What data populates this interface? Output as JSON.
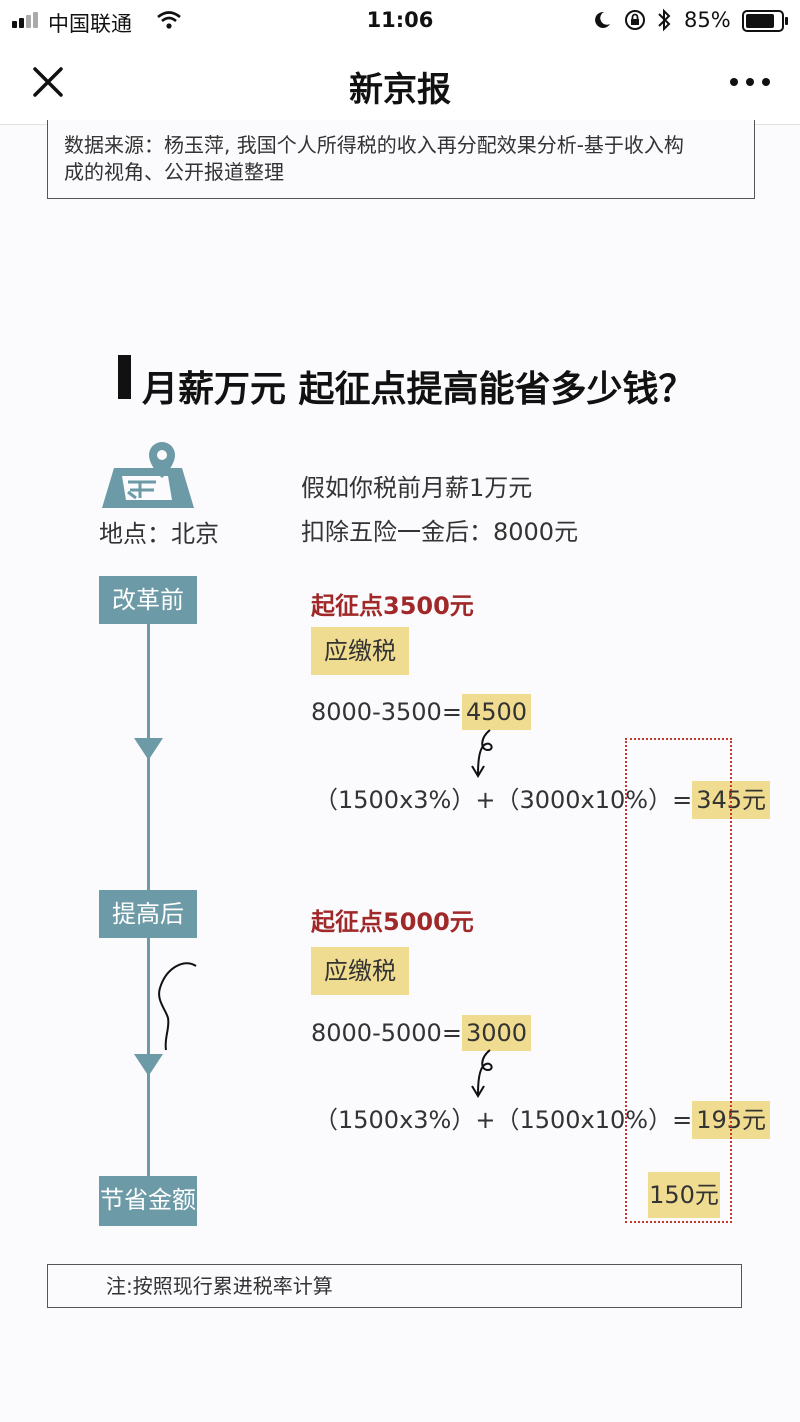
{
  "status_bar": {
    "carrier": "中国联通",
    "time": "11:06",
    "battery": "85%",
    "icons": [
      "signal-icon",
      "wifi-icon",
      "moon-icon",
      "orientation-lock-icon",
      "bluetooth-icon",
      "battery-icon"
    ]
  },
  "nav": {
    "title": "新京报",
    "close_icon": "close-icon",
    "more_icon": "more-icon"
  },
  "source_note": {
    "line1": "数据来源：杨玉萍, 我国个人所得税的收入再分配效果分析-基于收入构",
    "line2": "成的视角、公开报道整理"
  },
  "headline": "月薪万元 起征点提高能省多少钱？",
  "location": {
    "icon": "map-location-icon",
    "label": "地点：北京"
  },
  "assumption": {
    "line1": "假如你税前月薪1万元",
    "line2": "扣除五险一金后：8000元"
  },
  "timeline": {
    "before_label": "改革前",
    "after_label": "提高后",
    "saving_label": "节省金额"
  },
  "before": {
    "threshold": "起征点3500元",
    "tax_tag": "应缴税",
    "formula_prefix": "8000-3500=",
    "formula_result": "4500",
    "calc_prefix": "（1500x3%）+（3000x10%）=",
    "calc_result": "345元"
  },
  "after": {
    "threshold": "起征点5000元",
    "tax_tag": "应缴税",
    "formula_prefix": "8000-5000=",
    "formula_result": "3000",
    "calc_prefix": "（1500x3%）+（1500x10%）=",
    "calc_result": "195元"
  },
  "saving_amount": "150元",
  "footnote": "注:按照现行累进税率计算",
  "colors": {
    "highlight": "#f0dc90",
    "timeline": "#6c9aa6",
    "threshold_red": "#a02828",
    "dotted_frame": "#c0392b"
  }
}
